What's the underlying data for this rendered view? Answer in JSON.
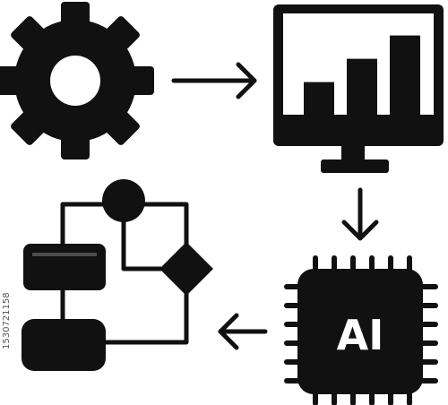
{
  "diagram": {
    "nodes": [
      {
        "id": "settings",
        "icon": "gear-icon"
      },
      {
        "id": "analytics",
        "icon": "monitor-bar-chart-icon",
        "bars": [
          0.35,
          0.6,
          0.85
        ]
      },
      {
        "id": "ai",
        "icon": "ai-chip-icon",
        "label": "AI"
      },
      {
        "id": "workflow",
        "icon": "flowchart-icon"
      }
    ],
    "edges": [
      {
        "from": "settings",
        "to": "analytics",
        "icon": "arrow-right-icon"
      },
      {
        "from": "analytics",
        "to": "ai",
        "icon": "arrow-down-icon"
      },
      {
        "from": "ai",
        "to": "workflow",
        "icon": "arrow-left-icon"
      }
    ],
    "stock_id": "1530721158"
  },
  "colors": {
    "ink": "#111111",
    "background": "#ffffff"
  }
}
